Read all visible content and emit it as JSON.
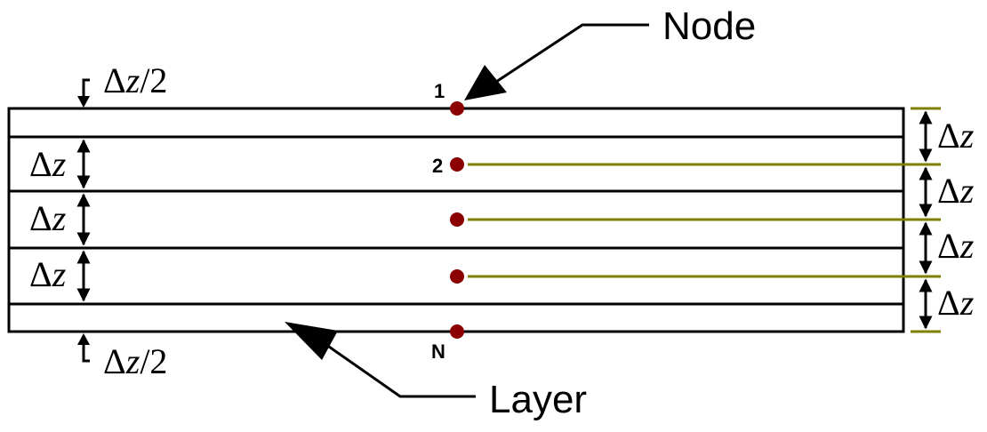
{
  "callouts": {
    "node": "Node",
    "layer": "Layer"
  },
  "node_labels": {
    "first": "1",
    "second": "2",
    "last": "N"
  },
  "spacing_labels": {
    "half_top": {
      "symbol": "Δ",
      "var": "z",
      "suffix": "/2"
    },
    "half_bottom": {
      "symbol": "Δ",
      "var": "z",
      "suffix": "/2"
    },
    "left": [
      {
        "symbol": "Δ",
        "var": "z"
      },
      {
        "symbol": "Δ",
        "var": "z"
      },
      {
        "symbol": "Δ",
        "var": "z"
      }
    ],
    "right": [
      {
        "symbol": "Δ",
        "var": "z"
      },
      {
        "symbol": "Δ",
        "var": "z"
      },
      {
        "symbol": "Δ",
        "var": "z"
      },
      {
        "symbol": "Δ",
        "var": "z"
      }
    ]
  },
  "colors": {
    "node": "#8b0000",
    "grid_line": "#7f7f00",
    "outline": "#000000"
  }
}
